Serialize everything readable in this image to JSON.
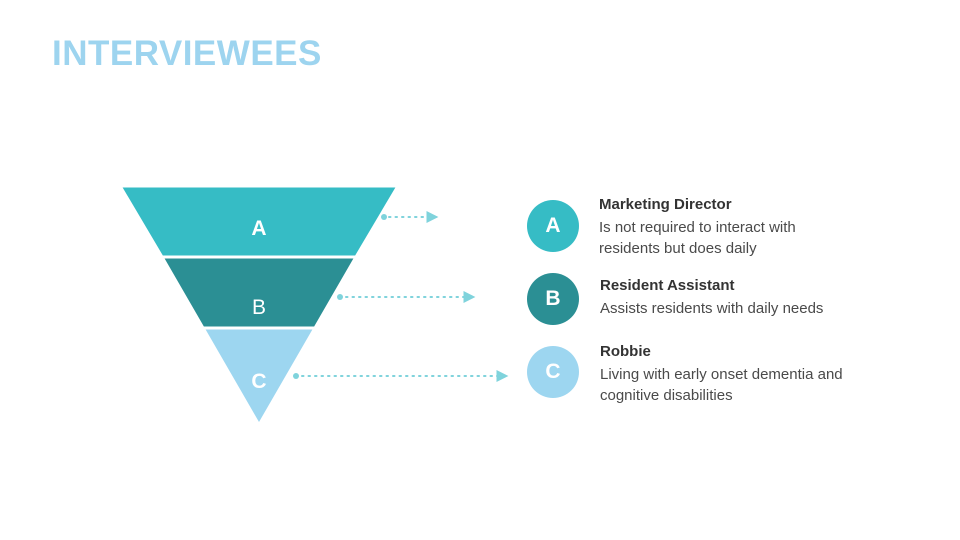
{
  "title": "INTERVIEWEES",
  "colors": {
    "title": "#9dd4ef",
    "tier_a": "#36bcc5",
    "tier_b": "#2b8f94",
    "tier_c": "#9dd6f0",
    "connector": "#7fd3dc"
  },
  "funnel": {
    "tiers": [
      {
        "label": "A",
        "color": "#36bcc5"
      },
      {
        "label": "B",
        "color": "#2b8f94"
      },
      {
        "label": "C",
        "color": "#9dd6f0"
      }
    ]
  },
  "entries": [
    {
      "badge": "A",
      "color": "#36bcc5",
      "title": "Marketing Director",
      "description": "Is not required to interact with residents but does daily"
    },
    {
      "badge": "B",
      "color": "#2b8f94",
      "title": "Resident Assistant",
      "description": "Assists residents with daily needs"
    },
    {
      "badge": "C",
      "color": "#9dd6f0",
      "title": "Robbie",
      "description": "Living with early onset dementia and cognitive disabilities"
    }
  ]
}
